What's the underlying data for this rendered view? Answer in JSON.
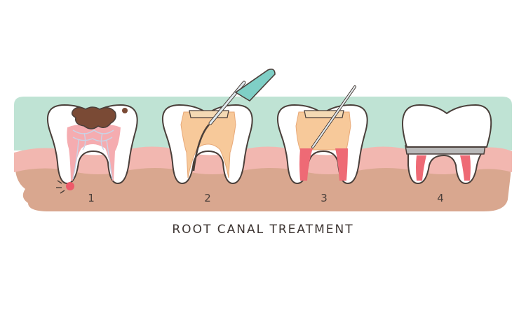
{
  "diagram": {
    "steps": [
      {
        "number": "1",
        "stage": "decayed-tooth-infected-pulp"
      },
      {
        "number": "2",
        "stage": "cleaning-pulp-chamber"
      },
      {
        "number": "3",
        "stage": "filling-root-canals"
      },
      {
        "number": "4",
        "stage": "crowned-tooth"
      }
    ],
    "caption": "ROOT CANAL TREATMENT"
  },
  "colors": {
    "gum_back": "#bfe3d4",
    "gum_pink": "#f2b7b0",
    "jaw": "#d9a78f",
    "tooth": "#ffffff",
    "outline": "#4a3f3a",
    "decay": "#7a4a35",
    "pulp": "#f4a3a7",
    "cleaned_chamber": "#f7c99a",
    "filling": "#ee6a75",
    "instrument": "#7fcfc6",
    "crown_band": "#b9b9b9"
  }
}
